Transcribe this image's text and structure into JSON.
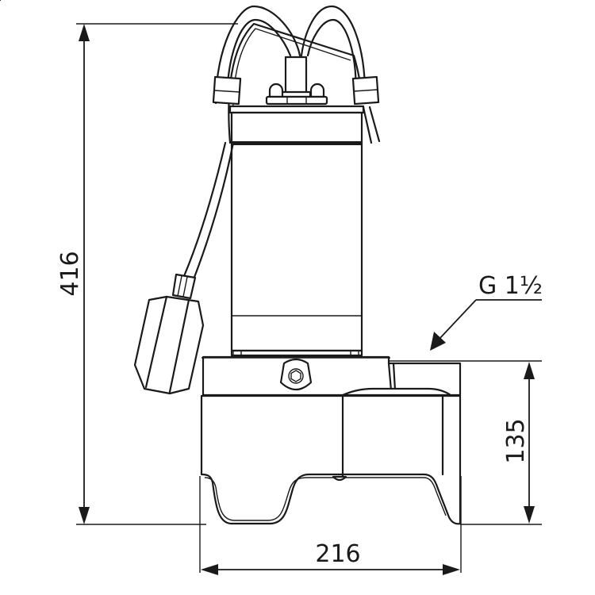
{
  "drawing": {
    "subject": "Submersible pump with float switch - side view",
    "dimensions": {
      "overall_height": {
        "value": "416",
        "orientation": "vertical",
        "side": "left"
      },
      "base_height": {
        "value": "135",
        "orientation": "vertical",
        "side": "right"
      },
      "base_width": {
        "value": "216",
        "orientation": "horizontal",
        "side": "bottom"
      }
    },
    "annotations": {
      "outlet_connection": "G 1½"
    },
    "colors": {
      "line": "#1a1a1a",
      "background": "#ffffff"
    }
  }
}
